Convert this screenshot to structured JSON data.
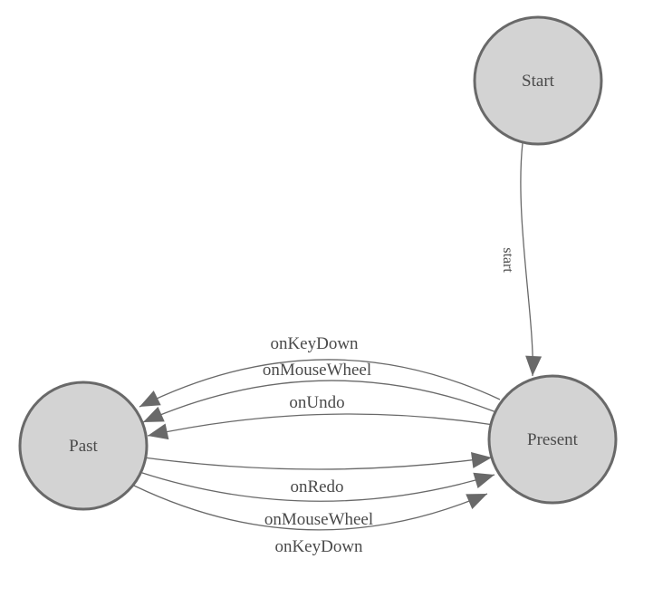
{
  "diagram": {
    "type": "state-machine",
    "colors": {
      "canvas_bg": "#ffffff",
      "node_fill": "#d3d3d3",
      "node_border": "#696969",
      "edge_line": "#696969",
      "label_text": "#4a4a4a"
    },
    "nodes": [
      {
        "id": "start",
        "label": "Start"
      },
      {
        "id": "past",
        "label": "Past"
      },
      {
        "id": "present",
        "label": "Present"
      }
    ],
    "edges": [
      {
        "from": "start",
        "to": "present",
        "label": "start"
      },
      {
        "from": "present",
        "to": "past",
        "label": "onKeyDown"
      },
      {
        "from": "present",
        "to": "past",
        "label": "onMouseWheel"
      },
      {
        "from": "present",
        "to": "past",
        "label": "onUndo"
      },
      {
        "from": "past",
        "to": "present",
        "label": "onRedo"
      },
      {
        "from": "past",
        "to": "present",
        "label": "onMouseWheel"
      },
      {
        "from": "past",
        "to": "present",
        "label": "onKeyDown"
      }
    ]
  }
}
